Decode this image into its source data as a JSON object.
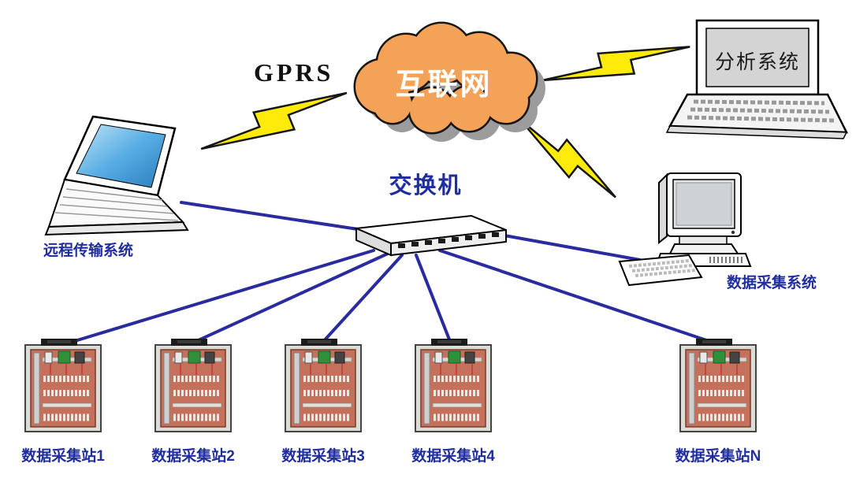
{
  "diagram": {
    "labels": {
      "gprs": "GPRS",
      "internet": "互联网",
      "switch": "交换机",
      "remote_system": "远程传输系统",
      "analysis_system": "分析系统",
      "acquisition_system": "数据采集系统"
    },
    "stations": [
      {
        "label": "数据采集站1"
      },
      {
        "label": "数据采集站2"
      },
      {
        "label": "数据采集站3"
      },
      {
        "label": "数据采集站4"
      },
      {
        "label": "数据采集站N"
      }
    ],
    "colors": {
      "cloud_fill": "#F5A259",
      "cloud_shadow": "#9c9c9c",
      "lightning": "#FFEB0A",
      "network_line": "#2B2BA0",
      "label_text": "#1F2D9E",
      "internet_text": "#FFFFFF",
      "gprs_text": "#111111",
      "cabinet_panel": "#C4705A"
    }
  }
}
